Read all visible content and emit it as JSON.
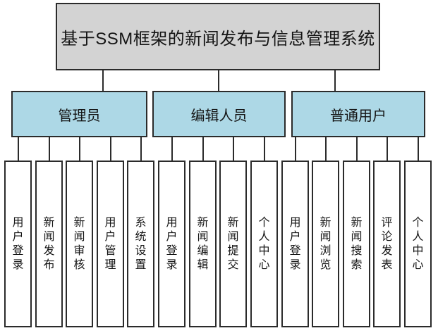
{
  "title": "基于SSM框架的新闻发布与信息管理系统",
  "colors": {
    "root_fill": "#d3d3d3",
    "role_fill": "#add8e6",
    "leaf_fill": "#ffffff",
    "border": "#2b2b2b",
    "text": "#141414"
  },
  "groups": [
    {
      "label": "管理员",
      "children": [
        "用户登录",
        "新闻发布",
        "新闻审核",
        "用户管理",
        "系统设置"
      ]
    },
    {
      "label": "编辑人员",
      "children": [
        "用户登录",
        "新闻编辑",
        "新闻提交",
        "个人中心"
      ]
    },
    {
      "label": "普通用户",
      "children": [
        "用户登录",
        "新闻浏览",
        "新闻搜索",
        "评论发表",
        "个人中心"
      ]
    }
  ]
}
